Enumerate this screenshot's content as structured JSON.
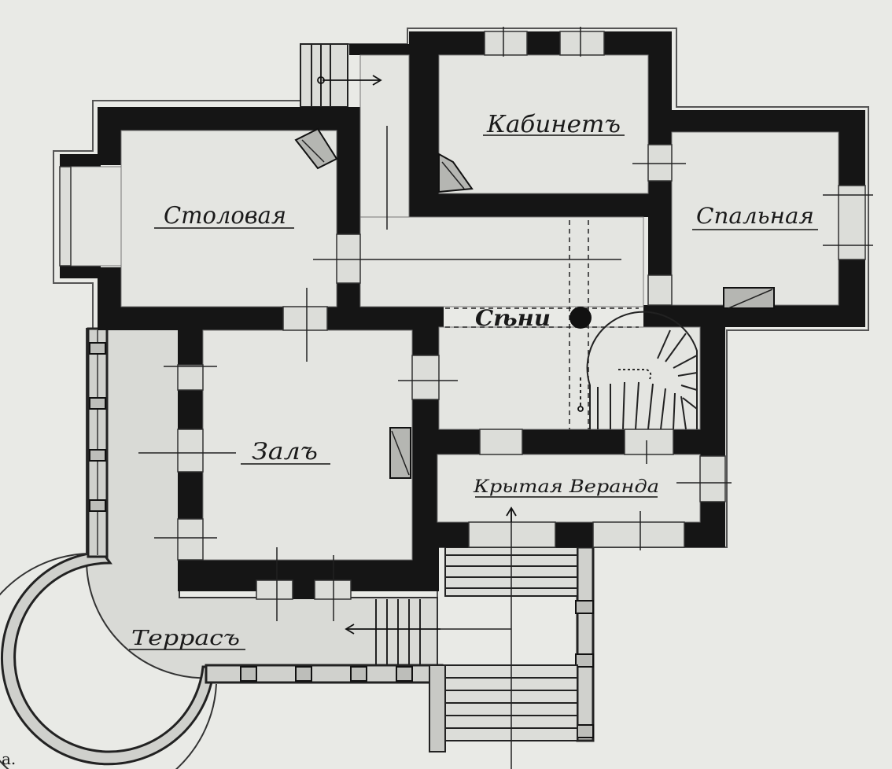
{
  "rooms": {
    "study": "Кабинетъ",
    "dining": "Столовая",
    "bedroom": "Спальная",
    "hall": "Залъ",
    "entry": "Сѣни",
    "veranda": "Крытая Веранда",
    "terrace": "Террасъ"
  },
  "corner_mark": "a.",
  "colors": {
    "paper": "#e9eae6",
    "wall": "#151515",
    "floor": "#e4e5e1",
    "outline": "#3a3a3a",
    "terrace_fill": "#d9dad6"
  }
}
